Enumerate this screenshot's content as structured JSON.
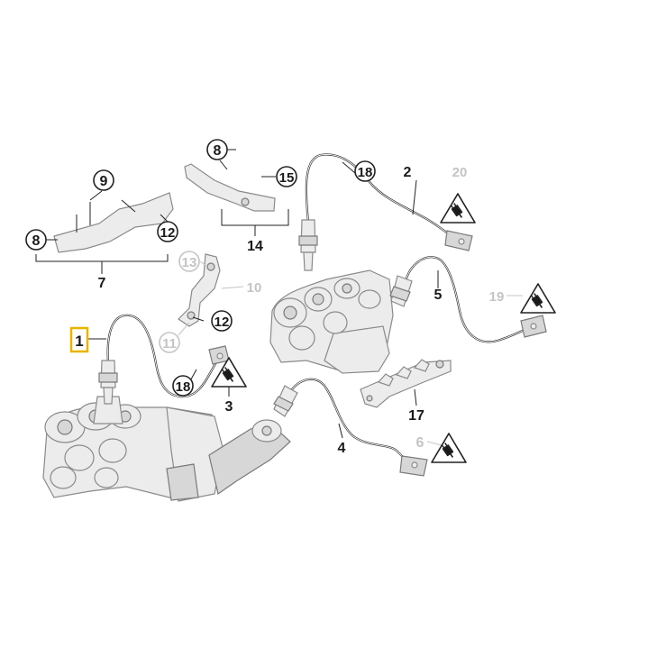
{
  "callouts": {
    "c1": "1",
    "c2": "2",
    "c3": "3",
    "c4": "4",
    "c5": "5",
    "c6": "6",
    "c7": "7",
    "c8a": "8",
    "c8b": "8",
    "c9": "9",
    "c10": "10",
    "c11": "11",
    "c12a": "12",
    "c12b": "12",
    "c13": "13",
    "c14": "14",
    "c15": "15",
    "c17": "17",
    "c18a": "18",
    "c18b": "18",
    "c19": "19",
    "c20": "20"
  },
  "colors": {
    "highlight": "#e8b400",
    "ink": "#1a1a1a",
    "inactive": "#c4c4c4"
  },
  "icons": [
    "plug-warning-icon"
  ]
}
